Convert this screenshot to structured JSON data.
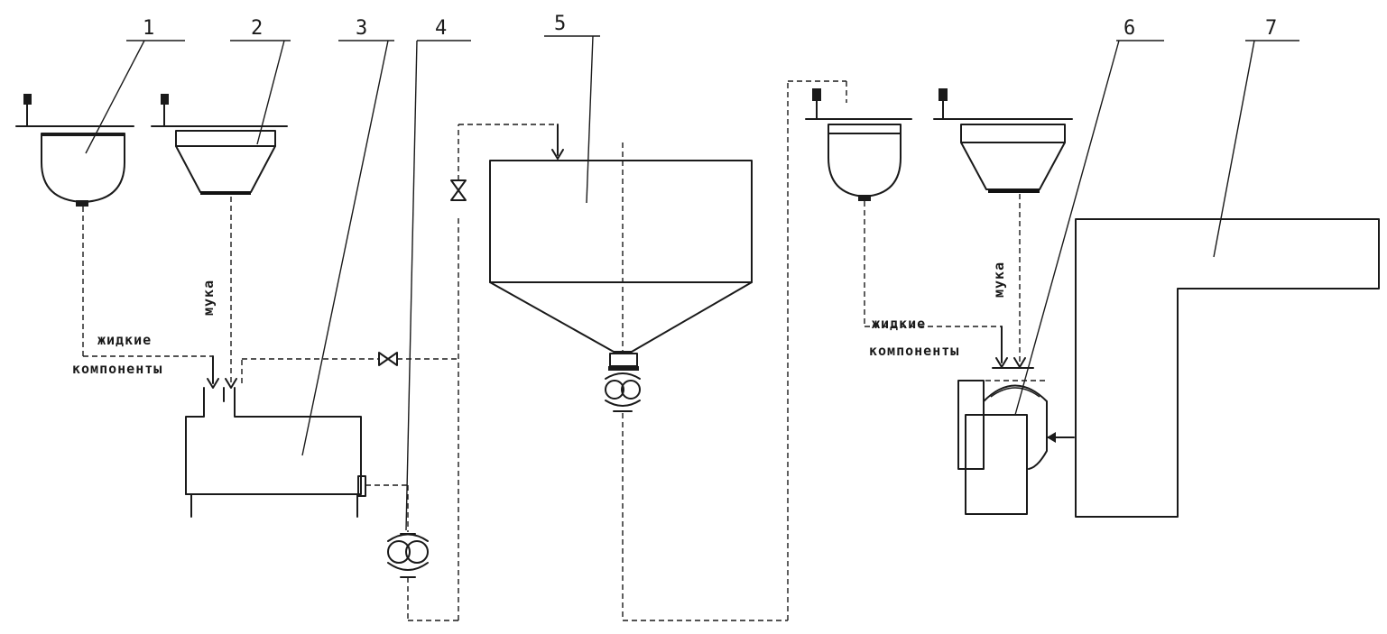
{
  "numbers": {
    "n1": "1",
    "n2": "2",
    "n3": "3",
    "n4": "4",
    "n5": "5",
    "n6": "6",
    "n7": "7"
  },
  "labels": {
    "liquid_left_1": "жидкие",
    "liquid_left_2": "компоненты",
    "flour_left": "мука",
    "liquid_right_1": "жидкие",
    "liquid_right_2": "компоненты",
    "flour_right": "мука"
  }
}
